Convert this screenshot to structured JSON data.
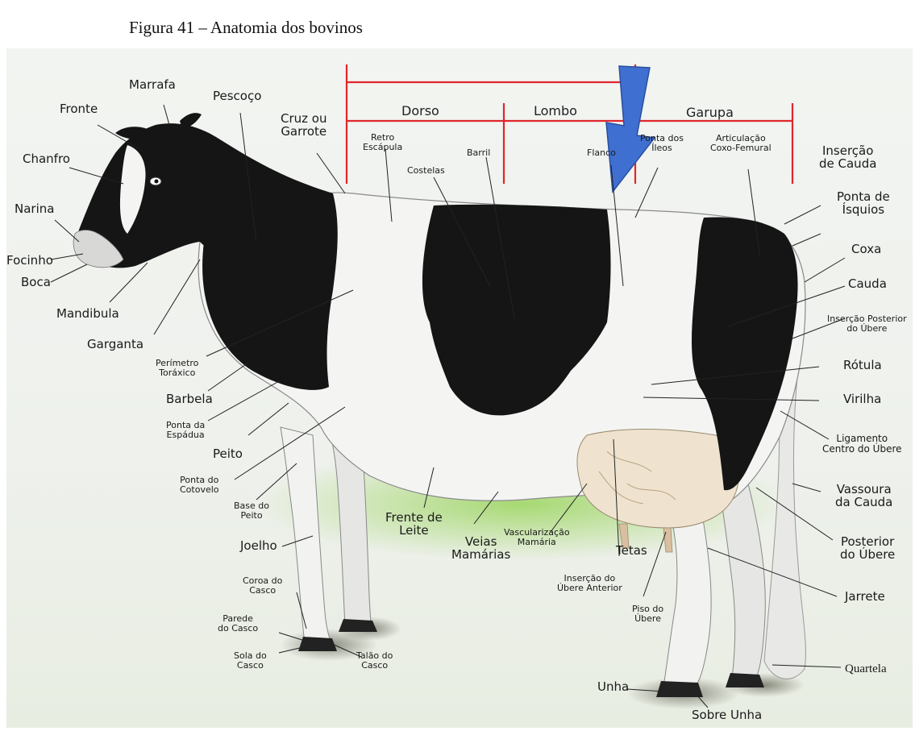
{
  "caption": "Figura 41 – Anatomia dos bovinos",
  "regions": {
    "dorso": "Dorso",
    "lombo": "Lombo",
    "garupa": "Garupa"
  },
  "labels": {
    "marrafa": "Marrafa",
    "fronte": "Fronte",
    "pescoco": "Pescoço",
    "cruz": "Cruz ou\nGarrote",
    "chanfro": "Chanfro",
    "narina": "Narina",
    "focinho": "Focinho",
    "boca": "Boca",
    "mandibula": "Mandibula",
    "garganta": "Garganta",
    "perimetro": "Perímetro\nToráxico",
    "barbela": "Barbela",
    "ponta_espadua": "Ponta da\nEspádua",
    "peito": "Peito",
    "ponta_cotovelo": "Ponta do\nCotovelo",
    "base_peito": "Base do\nPeito",
    "joelho": "Joelho",
    "coroa_casco": "Coroa do\nCasco",
    "parede_casco": "Parede\ndo Casco",
    "sola_casco": "Sola do\nCasco",
    "talao_casco": "Talão do\nCasco",
    "retro_escapula": "Retro\nEscápula",
    "costelas": "Costelas",
    "barril": "Barril",
    "flanco": "Flanco",
    "ponta_ileos": "Ponta dos\nÍleos",
    "articulacao": "Articulação\nCoxo-Femural",
    "insercao_cauda": "Inserção\nde Cauda",
    "ponta_isquios": "Ponta de\nÍsquios",
    "coxa": "Coxa",
    "cauda": "Cauda",
    "insercao_posterior": "Inserção Posterior\ndo Úbere",
    "rotula": "Rótula",
    "virilha": "Virilha",
    "ligamento": "Ligamento\nCentro do Úbere",
    "vassoura": "Vassoura\nda Cauda",
    "posterior_ubere": "Posterior\ndo Úbere",
    "jarrete": "Jarrete",
    "quartela": "Quartela",
    "frente_leite": "Frente de\nLeite",
    "veias": "Veias\nMamárias",
    "vascularizacao": "Vascularização\nMamária",
    "tetas": "Tetas",
    "insercao_anterior": "Inserção do\nÚbere Anterior",
    "piso_ubere": "Piso do\nÚbere",
    "unha": "Unha",
    "sobre_unha": "Sobre Unha"
  },
  "colors": {
    "bracket": "#e0262b",
    "arrow": "#3f6fd0",
    "arrow_edge": "#2a4f9e",
    "cow_black": "#151515",
    "cow_white": "#f4f5f3",
    "grass": "#7bbf3a"
  }
}
